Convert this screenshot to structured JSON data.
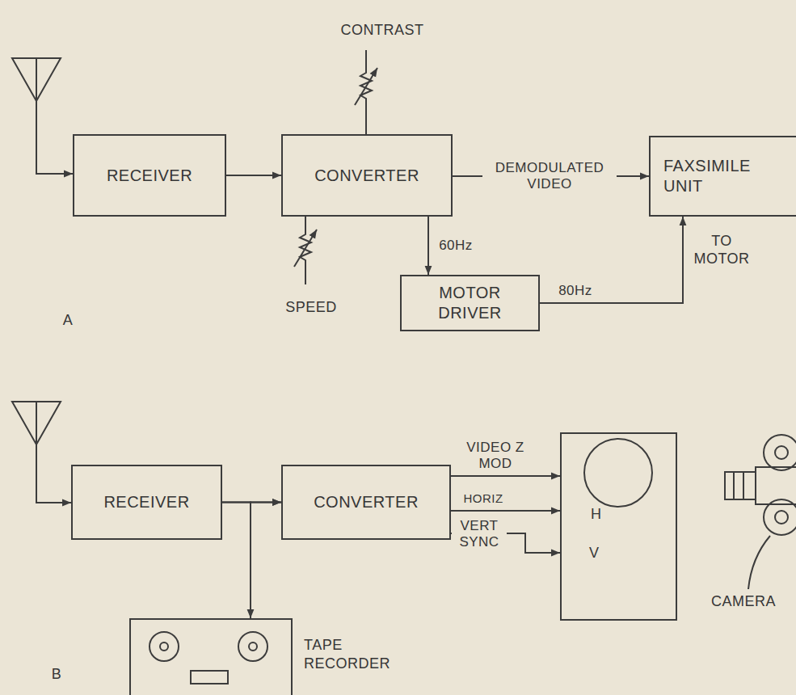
{
  "diagram": {
    "nodes": [
      {
        "text": [
          "RECEIVER"
        ]
      },
      {
        "text": [
          "CONVERTER"
        ]
      },
      {
        "text": [
          "FAXSIMILE UNIT"
        ]
      },
      {
        "text": [
          "MOTOR DRIVER"
        ]
      },
      {
        "text": [
          "RECEIVER"
        ]
      },
      {
        "text": [
          "CONVERTER"
        ]
      },
      {
        "text": [
          "H",
          "V"
        ]
      },
      {
        "text": [
          "TAPE RECORDER"
        ]
      }
    ],
    "edges": [
      {
        "from": 0,
        "to": 1,
        "arrow": "to"
      },
      {
        "from": 1,
        "to": 2,
        "label": "DEMODULATED VIDEO",
        "arrow": "to"
      },
      {
        "from": 1,
        "to": 3,
        "label": "60Hz",
        "arrow": "to"
      },
      {
        "from": 3,
        "to": 2,
        "label": "80Hz",
        "arrow": "to"
      },
      {
        "from": 4,
        "to": 5,
        "arrow": "to"
      },
      {
        "from": 4,
        "to": 7,
        "arrow": "to"
      },
      {
        "from": 7,
        "to": 5,
        "arrow": "to"
      },
      {
        "from": 5,
        "to": 6,
        "label": "VIDEO Z MOD",
        "arrow": "to"
      },
      {
        "from": 5,
        "to": 6,
        "label": "HORIZ",
        "arrow": "to"
      },
      {
        "from": 5,
        "to": 6,
        "label": "VERT SYNC",
        "arrow": "to"
      }
    ],
    "labels": [
      "CONTRAST",
      "SPEED",
      "TO MOTOR",
      "A",
      "CAMERA",
      "B"
    ]
  }
}
